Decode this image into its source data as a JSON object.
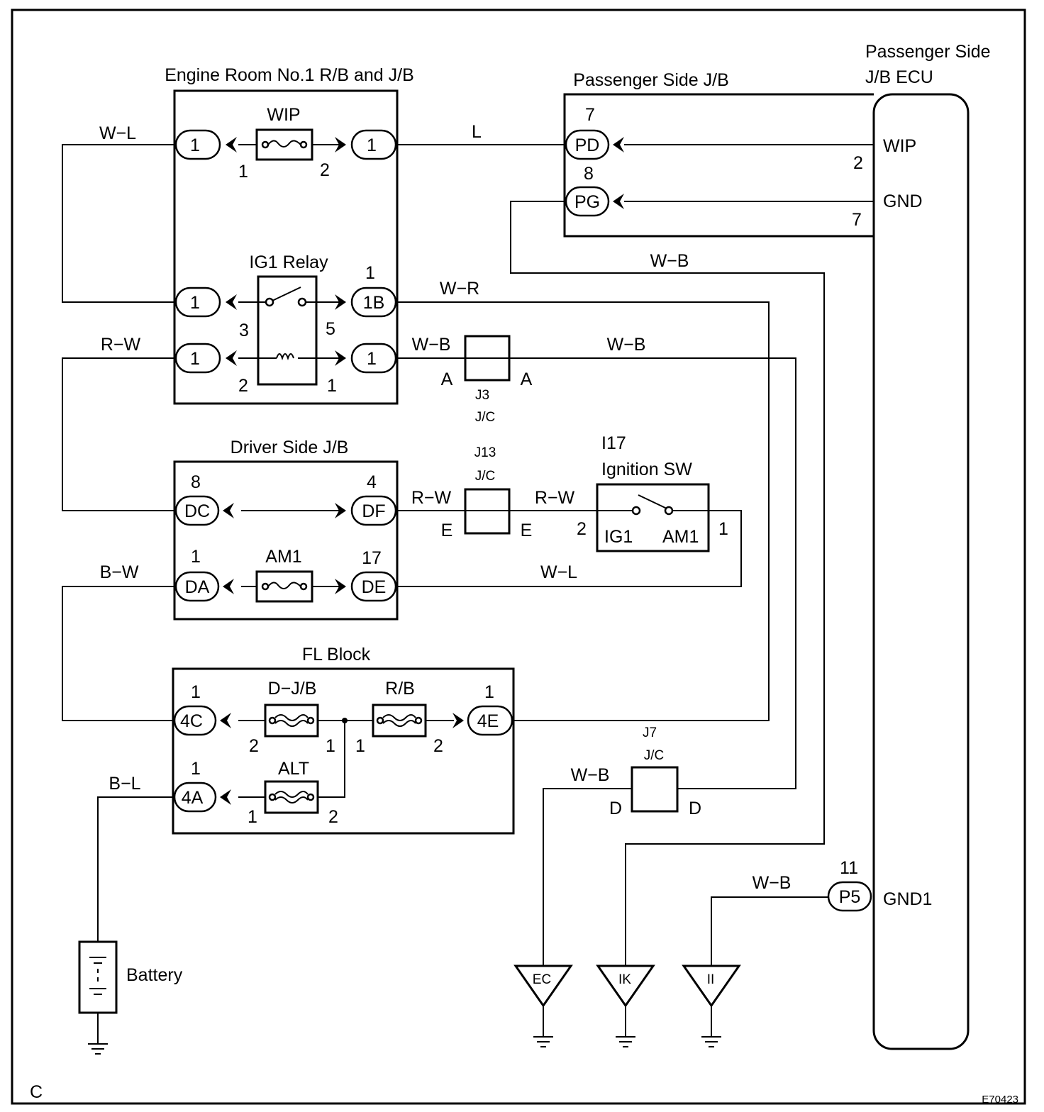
{
  "corner_label": "C",
  "figure_code": "E70423",
  "blocks": {
    "engine_room": "Engine Room No.1 R/B and J/B",
    "passenger_jb": "Passenger Side J/B",
    "ecu_line1": "Passenger Side",
    "ecu_line2": "J/B ECU",
    "driver_jb": "Driver Side J/B",
    "fl_block": "FL Block"
  },
  "fuses": {
    "wip": "WIP",
    "am1": "AM1",
    "dj": "D−J/B",
    "rb": "R/B",
    "alt": "ALT"
  },
  "relay": {
    "name": "IG1 Relay",
    "pin3": "3",
    "pin5": "5",
    "pin2": "2",
    "pin1": "1"
  },
  "ignition": {
    "code": "I17",
    "name": "Ignition SW",
    "ig1": "IG1",
    "am1": "AM1",
    "pin_left": "2",
    "pin_right": "1"
  },
  "ecu_terms": {
    "wip": "WIP",
    "gnd": "GND",
    "gnd1": "GND1",
    "wip_pin": "2",
    "gnd_pin": "7"
  },
  "jc": {
    "j3_code": "J3",
    "j3_sub": "J/C",
    "j3_letter": "A",
    "j13_code": "J13",
    "j13_sub": "J/C",
    "j13_letter": "E",
    "j7_code": "J7",
    "j7_sub": "J/C",
    "j7_letter": "D"
  },
  "wires": {
    "wl_top": "W−L",
    "l": "L",
    "wb_pg": "W−B",
    "wr": "W−R",
    "rw_left": "R−W",
    "wb_relay": "W−B",
    "wb_j3": "W−B",
    "rw_df": "R−W",
    "rw_sw": "R−W",
    "bw": "B−W",
    "wl_de": "W−L",
    "bl": "B−L",
    "wb_j7": "W−B",
    "wb_p5": "W−B"
  },
  "connectors": {
    "er_wip_left": "1",
    "er_wip_right": "1",
    "er_relay_tl": "1",
    "er_relay_tr": "1B",
    "er_relay_bl": "1",
    "er_relay_br": "1",
    "pd": "PD",
    "pg": "PG",
    "dc": "DC",
    "df": "DF",
    "da": "DA",
    "de": "DE",
    "c4c": "4C",
    "c4e": "4E",
    "c4a": "4A",
    "p5": "P5"
  },
  "pins": {
    "wip_left": "1",
    "wip_right": "2",
    "relay_1b_top": "1",
    "pd_top": "7",
    "pg_top": "8",
    "dc_top": "8",
    "df_top": "4",
    "da_top": "1",
    "de_top": "17",
    "c4c_top": "1",
    "c4e_top": "1",
    "c4a_top": "1",
    "dj_left": "2",
    "dj_right": "1",
    "rb_left": "1",
    "rb_right": "2",
    "alt_left": "1",
    "alt_right": "2",
    "p5_top": "11"
  },
  "grounds": {
    "ec": "EC",
    "ik": "IK",
    "ii": "II"
  },
  "battery": "Battery"
}
